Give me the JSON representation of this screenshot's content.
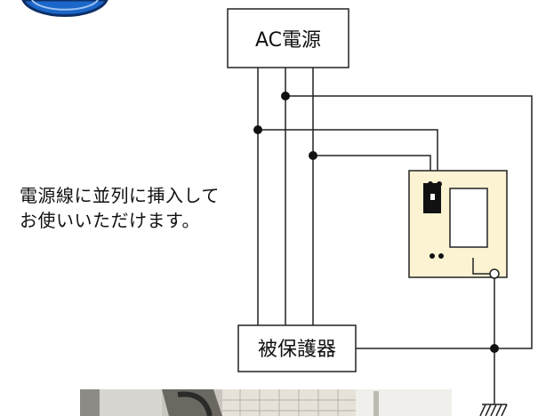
{
  "diagram": {
    "power_source_label": "AC電源",
    "protected_device_label": "被保護器",
    "caption_line1": "電源線に並列に挿入して",
    "caption_line2": "お使いいただけます。"
  }
}
